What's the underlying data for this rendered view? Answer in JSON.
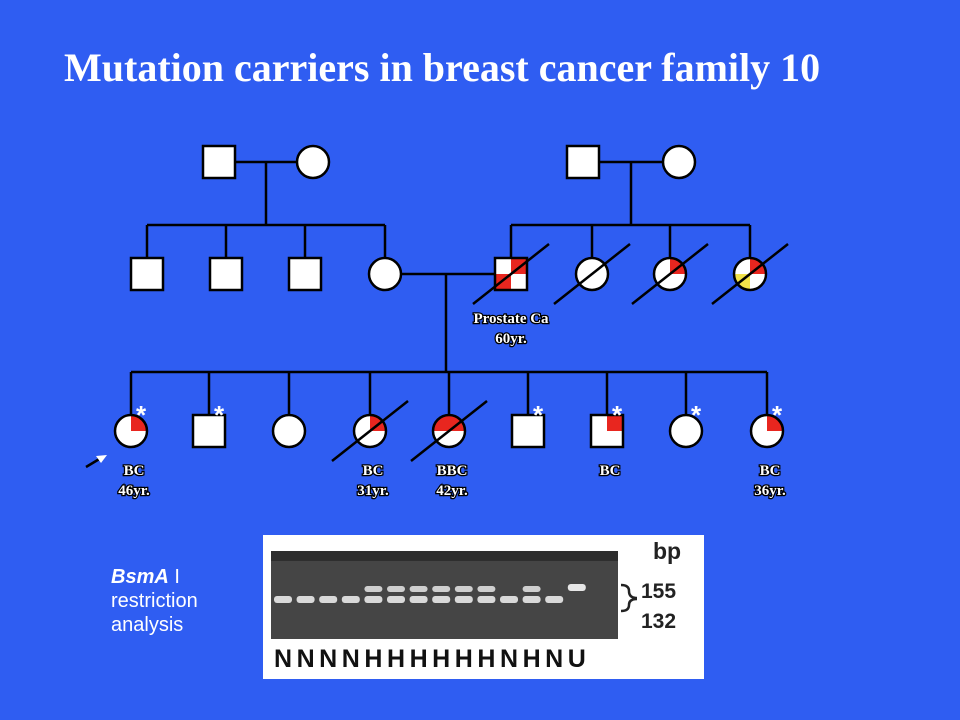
{
  "title": "Mutation carriers in breast cancer family 10",
  "colors": {
    "background": "#2f5df2",
    "carrier_red": "#e8261f",
    "yellow": "#f2e24a",
    "symbol_fill": "#ffffff",
    "line": "#000000"
  },
  "pedigree": {
    "generation1": [
      {
        "id": "g1-left-father",
        "sex": "male"
      },
      {
        "id": "g1-left-mother",
        "sex": "female"
      },
      {
        "id": "g1-right-father",
        "sex": "male"
      },
      {
        "id": "g1-right-mother",
        "sex": "female"
      }
    ],
    "generation2": [
      {
        "id": "g2-son-1",
        "sex": "male"
      },
      {
        "id": "g2-son-2",
        "sex": "male"
      },
      {
        "id": "g2-son-3",
        "sex": "male"
      },
      {
        "id": "g2-mother",
        "sex": "female"
      },
      {
        "id": "g2-father",
        "sex": "male",
        "deceased": true,
        "affected": "prostate"
      },
      {
        "id": "g2-aunt-1",
        "sex": "female",
        "deceased": true
      },
      {
        "id": "g2-aunt-2",
        "sex": "female",
        "deceased": true,
        "affected": "breast"
      },
      {
        "id": "g2-aunt-3",
        "sex": "female",
        "deceased": true,
        "affected": "breast",
        "other": "yellow"
      }
    ],
    "father_label": {
      "line1": "Prostate Ca",
      "line2": "60yr."
    },
    "generation3": [
      {
        "id": "g3-proband",
        "sex": "female",
        "carrier": true,
        "affected": "breast",
        "proband": true,
        "label1": "BC",
        "label2": "46yr."
      },
      {
        "id": "g3-sib-2",
        "sex": "male",
        "carrier": true
      },
      {
        "id": "g3-sib-3",
        "sex": "female"
      },
      {
        "id": "g3-sib-4",
        "sex": "female",
        "deceased": true,
        "affected": "breast",
        "label1": "BC",
        "label2": "31yr."
      },
      {
        "id": "g3-sib-5",
        "sex": "female",
        "deceased": true,
        "affected": "bilateral",
        "label1": "BBC",
        "label2": "42yr."
      },
      {
        "id": "g3-sib-6",
        "sex": "male",
        "carrier": true
      },
      {
        "id": "g3-sib-7",
        "sex": "male",
        "carrier": true,
        "affected": "breast",
        "label1": "BC",
        "label2": ""
      },
      {
        "id": "g3-sib-8",
        "sex": "female",
        "carrier": true
      },
      {
        "id": "g3-sib-9",
        "sex": "female",
        "carrier": true,
        "affected": "breast",
        "label1": "BC",
        "label2": "36yr."
      }
    ],
    "carrier_marker": "*"
  },
  "assay": {
    "enzyme": "BsmA",
    "suffix": " I",
    "line2": "restriction",
    "line3": "analysis"
  },
  "gel": {
    "unit": "bp",
    "band_upper": "155",
    "band_lower": "132",
    "lanes": [
      "N",
      "N",
      "N",
      "N",
      "H",
      "H",
      "H",
      "H",
      "H",
      "H",
      "N",
      "H",
      "N",
      "U"
    ]
  }
}
